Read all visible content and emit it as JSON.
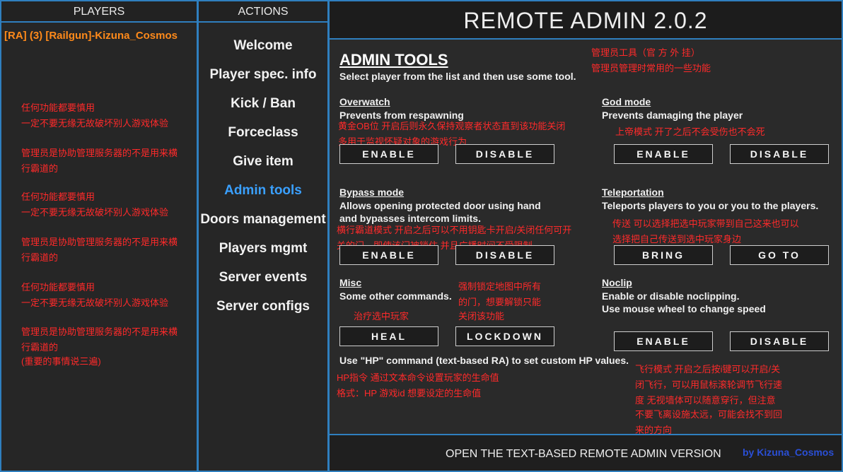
{
  "players": {
    "header": "PLAYERS",
    "player": "[RA] (3) [Railgun]-Kizuna_Cosmos",
    "notes": [
      "任何功能都要慎用",
      "一定不要无缘无故破坏别人游戏体验",
      "管理员是协助管理服务器的不是用来横",
      "行霸道的",
      "任何功能都要慎用",
      "一定不要无缘无故破坏别人游戏体验",
      "管理员是协助管理服务器的不是用来横",
      "行霸道的",
      "任何功能都要慎用",
      "一定不要无缘无故破坏别人游戏体验",
      "管理员是协助管理服务器的不是用来横",
      "行霸道的",
      "(重要的事情说三遍)"
    ]
  },
  "actions": {
    "header": "ACTIONS",
    "items": [
      "Welcome",
      "Player spec. info",
      "Kick / Ban",
      "Forceclass",
      "Give item",
      "Admin tools",
      "Doors management",
      "Players mgmt",
      "Server events",
      "Server configs"
    ]
  },
  "title": "REMOTE ADMIN 2.0.2",
  "main": {
    "heading": "ADMIN TOOLS",
    "subheading": "Select player from the list and then use some tool.",
    "note_top1": "管理员工具（官 方 外 挂）",
    "note_top2": "管理员管理时常用的一些功能",
    "overwatch": {
      "title": "Overwatch",
      "desc": "Prevents from respawning",
      "note1": "黄金OB位 开启后则永久保持观察者状态直到该功能关闭",
      "note2": "多用于监视怀疑对象的游戏行为",
      "enable": "ENABLE",
      "disable": "DISABLE"
    },
    "godmode": {
      "title": "God mode",
      "desc": "Prevents damaging the player",
      "note": "上帝模式 开了之后不会受伤也不会死",
      "enable": "ENABLE",
      "disable": "DISABLE"
    },
    "bypass": {
      "title": "Bypass mode",
      "desc1": "Allows opening protected door using hand",
      "desc2": "and bypasses intercom limits.",
      "note1": "横行霸道模式 开启之后可以不用钥匙卡开启/关闭任何可开",
      "note2": "关的门，即使该门被锁住 并且广播时间不受限制",
      "enable": "ENABLE",
      "disable": "DISABLE"
    },
    "teleport": {
      "title": "Teleportation",
      "desc": "Teleports players to you or you to the players.",
      "note1": "传送 可以选择把选中玩家带到自己这来也可以",
      "note2": "选择把自己传送到选中玩家身边",
      "bring": "BRING",
      "goto": "GO TO"
    },
    "misc": {
      "title": "Misc",
      "desc": "Some other commands.",
      "note_heal": "治疗选中玩家",
      "note_lock1": "强制锁定地图中所有",
      "note_lock2": "的门，想要解锁只能",
      "note_lock3": "关闭该功能",
      "heal": "HEAL",
      "lockdown": "LOCKDOWN"
    },
    "noclip": {
      "title": "Noclip",
      "desc1": "Enable or disable noclipping.",
      "desc2": "Use mouse wheel to change speed",
      "note1": "飞行模式 开启之后按i键可以开启/关",
      "note2": "闭飞行，可以用鼠标滚轮调节飞行速",
      "note3": "度   无视墙体可以随意穿行，但注意",
      "note4": "不要飞离设施太远，可能会找不到回",
      "note5": "来的方向",
      "enable": "ENABLE",
      "disable": "DISABLE"
    },
    "hp_info": "Use \"HP\" command (text-based RA) to set custom HP values.",
    "hp_note1": "HP指令 通过文本命令设置玩家的生命值",
    "hp_note2": "格式：HP 游戏id 想要设定的生命值"
  },
  "footer": {
    "link": "OPEN THE TEXT-BASED REMOTE ADMIN VERSION",
    "credit": "by Kizuna_Cosmos"
  },
  "colors": {
    "accent": "#2f7fbf",
    "active": "#3aa0ff",
    "note": "#ff2a2a",
    "player": "#ff8a1a"
  }
}
